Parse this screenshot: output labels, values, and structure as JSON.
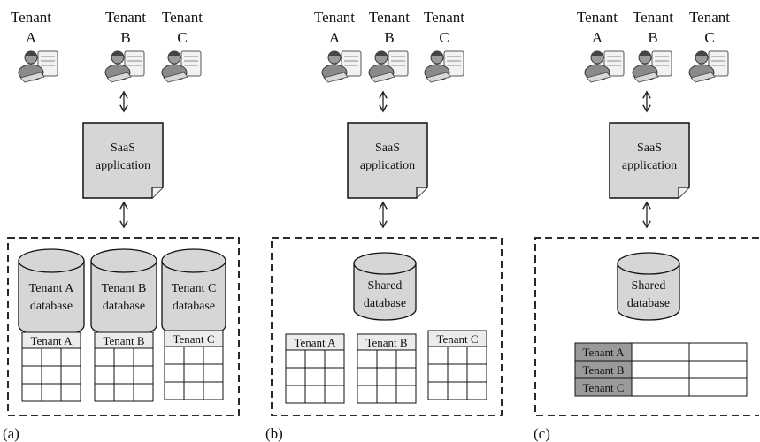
{
  "panels": [
    {
      "id": "a",
      "caption": "(a)",
      "tenants": [
        {
          "line1": "Tenant",
          "line2": "A"
        },
        {
          "line1": "Tenant",
          "line2": "B"
        },
        {
          "line1": "Tenant",
          "line2": "C"
        }
      ],
      "app": {
        "line1": "SaaS",
        "line2": "application"
      },
      "databases": [
        {
          "line1": "Tenant A",
          "line2": "database"
        },
        {
          "line1": "Tenant B",
          "line2": "database"
        },
        {
          "line1": "Tenant C",
          "line2": "database"
        }
      ],
      "tables": [
        "Tenant A",
        "Tenant B",
        "Tenant C"
      ]
    },
    {
      "id": "b",
      "caption": "(b)",
      "tenants": [
        {
          "line1": "Tenant",
          "line2": "A"
        },
        {
          "line1": "Tenant",
          "line2": "B"
        },
        {
          "line1": "Tenant",
          "line2": "C"
        }
      ],
      "app": {
        "line1": "SaaS",
        "line2": "application"
      },
      "databases": [
        {
          "line1": "Shared",
          "line2": "database"
        }
      ],
      "tables": [
        "Tenant A",
        "Tenant B",
        "Tenant C"
      ]
    },
    {
      "id": "c",
      "caption": "(c)",
      "tenants": [
        {
          "line1": "Tenant",
          "line2": "A"
        },
        {
          "line1": "Tenant",
          "line2": "B"
        },
        {
          "line1": "Tenant",
          "line2": "C"
        }
      ],
      "app": {
        "line1": "SaaS",
        "line2": "application"
      },
      "databases": [
        {
          "line1": "Shared",
          "line2": "database"
        }
      ],
      "rows": [
        "Tenant A",
        "Tenant B",
        "Tenant C"
      ]
    }
  ]
}
